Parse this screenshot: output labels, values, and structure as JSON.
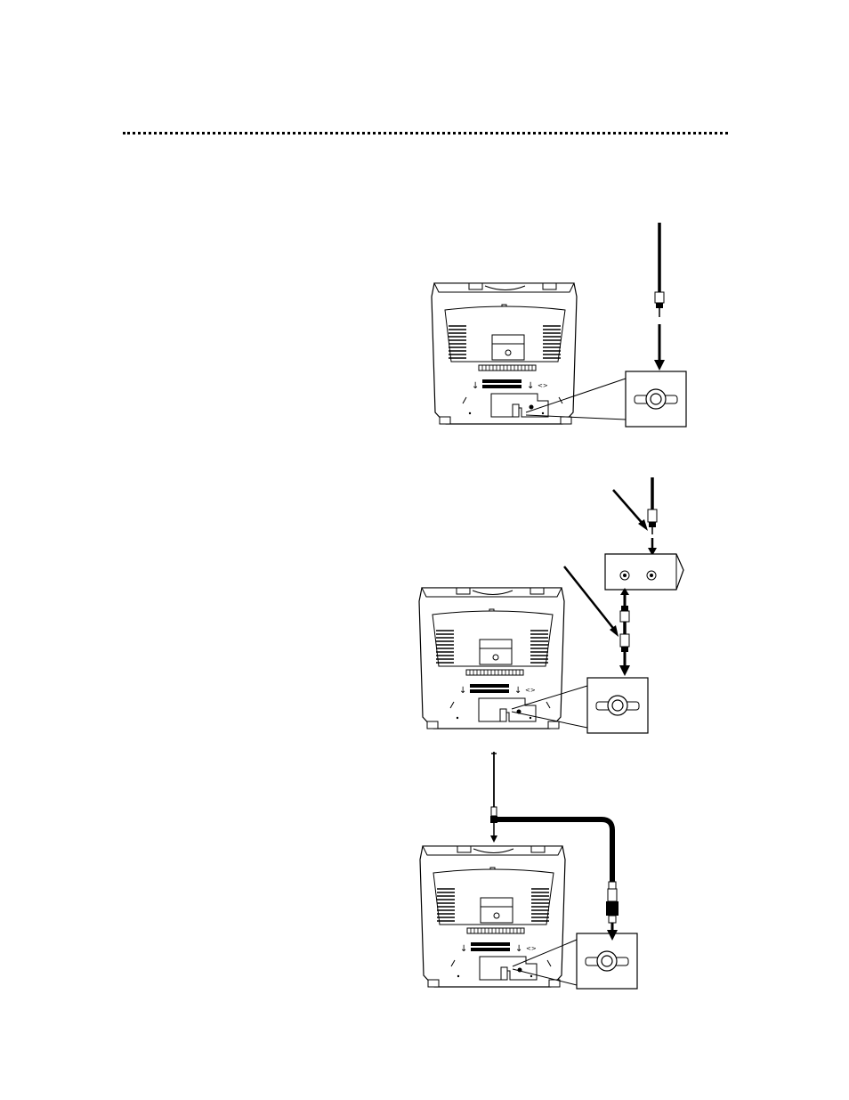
{
  "page": {
    "background": "#ffffff",
    "line_color": "#000000"
  },
  "figures": [
    {
      "id": "cable-direct",
      "icons": [
        "tv-back-icon",
        "coax-cable-icon",
        "antenna-jack-icon"
      ]
    },
    {
      "id": "cable-box",
      "icons": [
        "tv-back-icon",
        "cable-box-icon",
        "coax-cable-icon",
        "antenna-jack-icon"
      ]
    },
    {
      "id": "rabbit-ears",
      "icons": [
        "tv-back-icon",
        "telescopic-antenna-icon",
        "coax-cable-icon",
        "antenna-jack-icon"
      ]
    }
  ]
}
